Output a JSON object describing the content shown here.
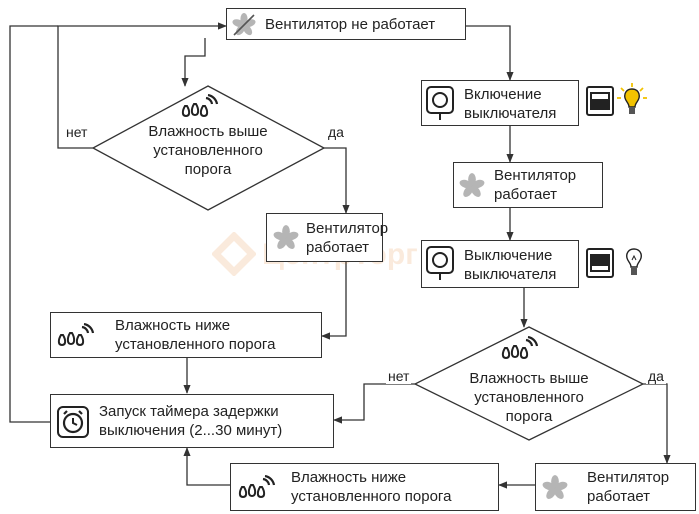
{
  "diagram": {
    "nodes": {
      "fan_off": "Вентилятор не работает",
      "humidity_above_1": [
        "Влажность выше",
        "установленного",
        "порога"
      ],
      "fan_on_left": [
        "Вентилятор",
        "работает"
      ],
      "humidity_below_left": [
        "Влажность ниже",
        "установленного порога"
      ],
      "timer": [
        "Запуск таймера задержки",
        "выключения (2...30 минут)"
      ],
      "switch_on": [
        "Включение",
        "выключателя"
      ],
      "fan_on_right": [
        "Вентилятор",
        "работает"
      ],
      "switch_off": [
        "Выключение",
        "выключателя"
      ],
      "humidity_above_2": [
        "Влажность выше",
        "установленного",
        "порога"
      ],
      "fan_on_bottom": [
        "Вентилятор",
        "работает"
      ],
      "humidity_below_bottom": [
        "Влажность ниже",
        "установленного порога"
      ]
    },
    "branch_labels": {
      "no_1": "нет",
      "yes_1": "да",
      "no_2": "нет",
      "yes_2": "да"
    },
    "watermark": "ЦентрТорг",
    "colors": {
      "line": "#333333",
      "fan_icon": "#b5b5b5",
      "drop_icon": "#222222",
      "lamp_on": "#f2c200",
      "watermark": "#e07010"
    },
    "icons": [
      "fan-icon",
      "humidity-icon",
      "sensor-icon",
      "wall-switch-icon",
      "lightbulb-icon",
      "timer-icon"
    ]
  }
}
